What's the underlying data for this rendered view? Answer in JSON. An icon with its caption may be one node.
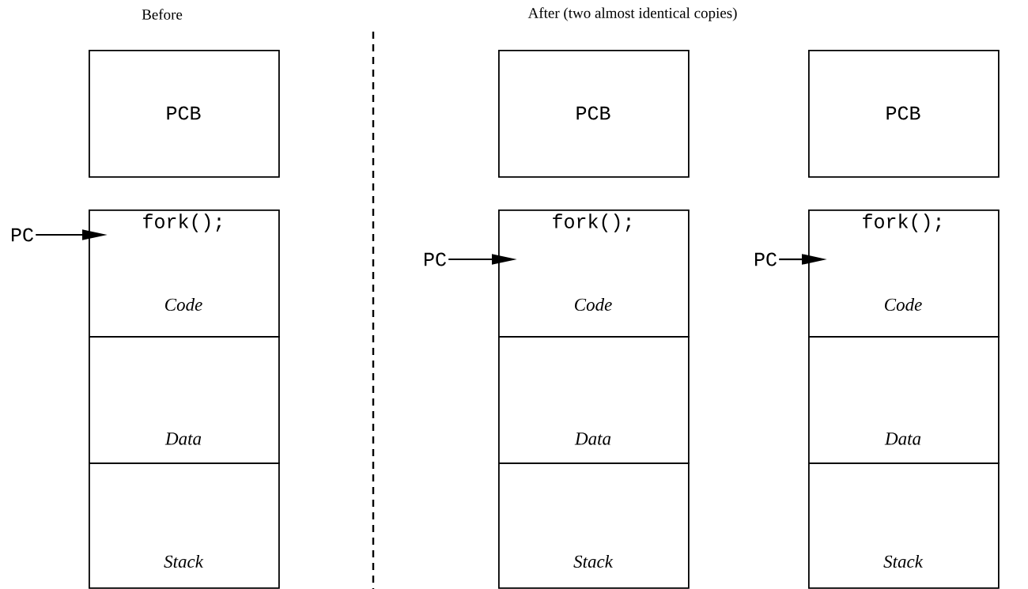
{
  "diagram": {
    "nodes": [
      {
        "text": [
          "PCB"
        ]
      },
      {
        "text": [
          "PC"
        ]
      },
      {
        "text": [
          "fork();",
          "Code"
        ]
      },
      {
        "text": [
          "Data"
        ]
      },
      {
        "text": [
          "Stack"
        ]
      },
      {
        "text": [
          "PCB"
        ]
      },
      {
        "text": [
          "PC"
        ]
      },
      {
        "text": [
          "fork();",
          "Code"
        ]
      },
      {
        "text": [
          "Data"
        ]
      },
      {
        "text": [
          "Stack"
        ]
      },
      {
        "text": [
          "PCB"
        ]
      },
      {
        "text": [
          "PC"
        ]
      },
      {
        "text": [
          "fork();",
          "Code"
        ]
      },
      {
        "text": [
          "Data"
        ]
      },
      {
        "text": [
          "Stack"
        ]
      }
    ],
    "edges": [
      {
        "from": 1,
        "to": 2,
        "arrow": "to"
      },
      {
        "from": 6,
        "to": 7,
        "arrow": "to"
      },
      {
        "from": 11,
        "to": 12,
        "arrow": "to"
      }
    ],
    "labels": [
      "Before",
      "After (two almost identical copies)"
    ]
  }
}
